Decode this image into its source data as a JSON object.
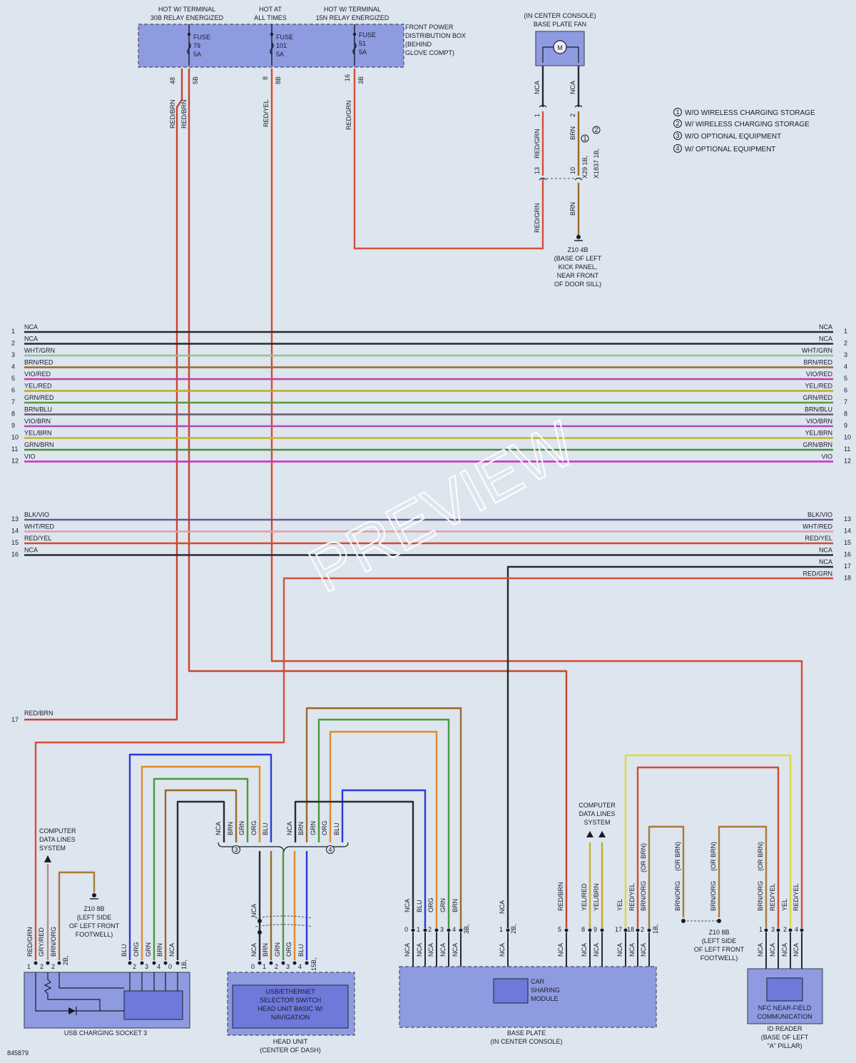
{
  "fuse_box": {
    "hot_labels": [
      {
        "line1": "HOT W/ TERMINAL",
        "line2": "30B RELAY ENERGIZED"
      },
      {
        "line1": "HOT AT",
        "line2": "ALL TIMES"
      },
      {
        "line1": "HOT W/ TERMINAL",
        "line2": "15N RELAY ENERGIZED"
      }
    ],
    "fuses": [
      {
        "label": "FUSE",
        "number": "79",
        "amps": "5A",
        "pin_a": "48",
        "pin_b": "5B",
        "wire_a": "RED/BRN",
        "wire_b": "RED/BRN"
      },
      {
        "label": "FUSE",
        "number": "101",
        "amps": "5A",
        "pin_a": "8",
        "pin_b": "8B",
        "wire_a": "RED/YEL"
      },
      {
        "label": "FUSE",
        "number": "51",
        "amps": "5A",
        "pin_a": "16",
        "pin_b": "3B",
        "wire_a": "RED/GRN"
      }
    ],
    "name_lines": [
      "FRONT POWER",
      "DISTRIBUTION BOX",
      "(BEHIND",
      "GLOVE COMPT)"
    ]
  },
  "fan": {
    "title_lines": [
      "(IN CENTER CONSOLE)",
      "BASE PLATE FAN"
    ],
    "motor_label": "M",
    "pins_top": [
      {
        "pin": "1",
        "wire": "NCA"
      },
      {
        "pin": "2",
        "wire": "NCA"
      }
    ],
    "wires_mid": [
      {
        "wire": "RED/GRN",
        "pin": "13"
      },
      {
        "wire": "BRN",
        "pin": "10"
      }
    ],
    "connectors": [
      "X29 1B,",
      "X1837 1B,"
    ],
    "wires_low": [
      "RED/GRN",
      "BRN"
    ],
    "ground_lines": [
      "Z10 4B",
      "(BASE OF LEFT",
      "KICK PANEL,",
      "NEAR FRONT",
      "OF DOOR SILL)"
    ]
  },
  "legend": [
    {
      "num": "1",
      "text": "W/O WIRELESS CHARGING STORAGE"
    },
    {
      "num": "2",
      "text": "W/ WIRELESS CHARGING STORAGE"
    },
    {
      "num": "3",
      "text": "W/O OPTIONAL EQUIPMENT"
    },
    {
      "num": "4",
      "text": "W/ OPTIONAL EQUIPMENT"
    }
  ],
  "bus_lines": [
    {
      "num": "1",
      "label": "NCA",
      "color": "#2a2a30"
    },
    {
      "num": "2",
      "label": "NCA",
      "color": "#2a2a30"
    },
    {
      "num": "3",
      "label": "WHT/GRN",
      "color": "#8ec29a"
    },
    {
      "num": "4",
      "label": "BRN/RED",
      "color": "#9a6a2a"
    },
    {
      "num": "5",
      "label": "VIO/RED",
      "color": "#c23aa8"
    },
    {
      "num": "6",
      "label": "YEL/RED",
      "color": "#c2a82a"
    },
    {
      "num": "7",
      "label": "GRN/RED",
      "color": "#5a9a3a"
    },
    {
      "num": "8",
      "label": "BRN/BLU",
      "color": "#6a5a6a"
    },
    {
      "num": "9",
      "label": "VIO/BRN",
      "color": "#b04ab0"
    },
    {
      "num": "10",
      "label": "YEL/BRN",
      "color": "#c8b42a"
    },
    {
      "num": "11",
      "label": "GRN/BRN",
      "color": "#4a8a3a"
    },
    {
      "num": "12",
      "label": "VIO",
      "color": "#d02ac8"
    },
    {
      "num": "13",
      "label": "BLK/VIO",
      "color": "#6a5a8a"
    },
    {
      "num": "14",
      "label": "WHT/RED",
      "color": "#e0a0a8"
    },
    {
      "num": "15",
      "label": "RED/YEL",
      "color": "#d84a2a"
    },
    {
      "num": "16",
      "label": "NCA",
      "color": "#2a2a30"
    }
  ],
  "right_only": [
    {
      "num": "17",
      "label": "NCA",
      "color": "#2a2a30"
    },
    {
      "num": "18",
      "label": "RED/GRN",
      "color": "#d4503a"
    }
  ],
  "left_17": {
    "num": "17",
    "label": "RED/BRN"
  },
  "watermark": "PREVIEW",
  "usb": {
    "pins": [
      {
        "pin": "1",
        "wire": "RED/GRN"
      },
      {
        "pin": "2",
        "wire": "GRY/RED"
      },
      {
        "pin": "2",
        "wire": "BRN/ORG"
      },
      {
        "pin": "2",
        "wire": "BLU"
      },
      {
        "pin": "3",
        "wire": "ORG"
      },
      {
        "pin": "4",
        "wire": "GRN"
      },
      {
        "pin": "0",
        "wire": "BRN"
      },
      {
        "pin": "1B,",
        "wire": "NCA"
      }
    ],
    "connector": "2B,",
    "data_lines": [
      "COMPUTER",
      "DATA LINES",
      "SYSTEM"
    ],
    "ground_lines": [
      "Z10 8B",
      "(LEFT SIDE",
      "OF LEFT FRONT",
      "FOOTWELL)"
    ],
    "name": "USB CHARGING SOCKET 3"
  },
  "splice": {
    "group3": [
      "NCA",
      "BRN",
      "GRN",
      "ORG",
      "BLU"
    ],
    "group4": [
      "NCA",
      "BRN",
      "GRN",
      "ORG",
      "BLU"
    ],
    "marker3": "3",
    "marker4": "4"
  },
  "head_unit": {
    "pins": [
      {
        "pin": "0",
        "wire": "NCA"
      },
      {
        "pin": "1",
        "wire": "BRN"
      },
      {
        "pin": "2",
        "wire": "GRN"
      },
      {
        "pin": "3",
        "wire": "ORG"
      },
      {
        "pin": "4",
        "wire": "BLU"
      },
      {
        "pin": "15B,",
        "wire": ""
      }
    ],
    "nca_upper": "NCA",
    "inner_lines": [
      "USB/ETHERNET",
      "SELECTOR SWITCH",
      "HEAD UNIT BASIC W/",
      "NAVIGATION"
    ],
    "name_lines": [
      "HEAD UNIT",
      "(CENTER OF DASH)"
    ]
  },
  "base_plate": {
    "group_a": [
      {
        "pin": "0",
        "upper": "NCA",
        "lower": "NCA"
      },
      {
        "pin": "1",
        "upper": "BLU",
        "lower": "NCA"
      },
      {
        "pin": "2",
        "upper": "ORG",
        "lower": "NCA"
      },
      {
        "pin": "3",
        "upper": "GRN",
        "lower": "NCA"
      },
      {
        "pin": "4",
        "upper": "BRN",
        "lower": "NCA"
      }
    ],
    "group_a_conn": "3B,",
    "group_b": {
      "pin": "1",
      "upper": "NCA",
      "lower": "NCA",
      "conn": "2B,"
    },
    "group_c": [
      {
        "pin": "5",
        "upper": "RED/BRN",
        "lower": "NCA"
      },
      {
        "pin": "8",
        "upper": "YEL/RED",
        "lower": "NCA"
      },
      {
        "pin": "9",
        "upper": "YEL/BRN",
        "lower": "NCA"
      },
      {
        "pin": "17",
        "upper": "YEL",
        "lower": "NCA"
      },
      {
        "pin": "18",
        "upper": "RED/YEL",
        "lower": "NCA"
      },
      {
        "pin": "2",
        "upper": "BRN/ORG",
        "lower": "NCA"
      }
    ],
    "group_c_conn": "1B,",
    "or_brn": "(OR BRN)",
    "data_lines": [
      "COMPUTER",
      "DATA LINES",
      "SYSTEM"
    ],
    "inner_lines": [
      "CAR",
      "SHARING",
      "MODULE"
    ],
    "name_lines": [
      "BASE PLATE",
      "(IN CENTER CONSOLE)"
    ]
  },
  "middle_ground": {
    "wires": [
      "BRN/ORG",
      "BRN/ORG"
    ],
    "or_brn": "(OR BRN)",
    "lines": [
      "Z10 8B",
      "(LEFT SIDE",
      "OF LEFT FRONT",
      "FOOTWELL)"
    ]
  },
  "id_reader": {
    "pins": [
      {
        "pin": "1",
        "upper": "BRN/ORG",
        "lower": "NCA"
      },
      {
        "pin": "3",
        "upper": "RED/YEL",
        "lower": "NCA"
      },
      {
        "pin": "2",
        "upper": "YEL",
        "lower": "NCA"
      },
      {
        "pin": "4",
        "upper": "RED/YEL",
        "lower": "NCA"
      }
    ],
    "or_brn": "(OR BRN)",
    "inner_lines": [
      "NFC NEAR-FIELD",
      "COMMUNICATION"
    ],
    "name_lines": [
      "ID READER",
      "(BASE OF LEFT",
      "\"A\" PILLAR)"
    ]
  },
  "diagram_id": "845879"
}
